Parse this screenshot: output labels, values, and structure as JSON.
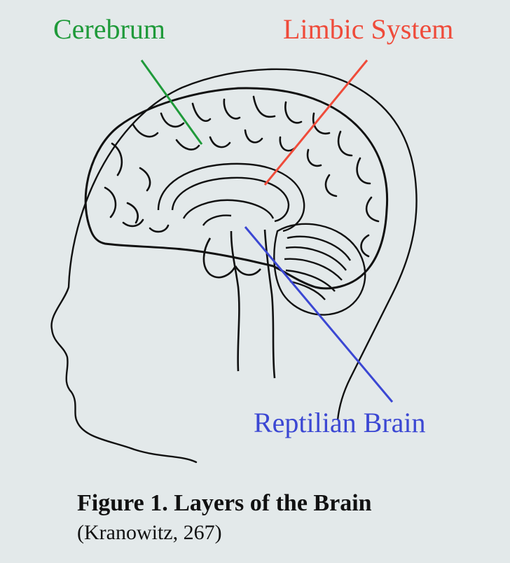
{
  "labels": {
    "cerebrum": "Cerebrum",
    "limbic_system": "Limbic System",
    "reptilian_brain": "Reptilian Brain"
  },
  "caption": {
    "title": "Figure 1.  Layers of the Brain",
    "citation": "(Kranowitz, 267)"
  },
  "colors": {
    "cerebrum": "#1f9a3a",
    "limbic_system": "#ef4b3a",
    "reptilian_brain": "#3b47d3",
    "background": "#e3e9ea",
    "ink": "#111111"
  }
}
